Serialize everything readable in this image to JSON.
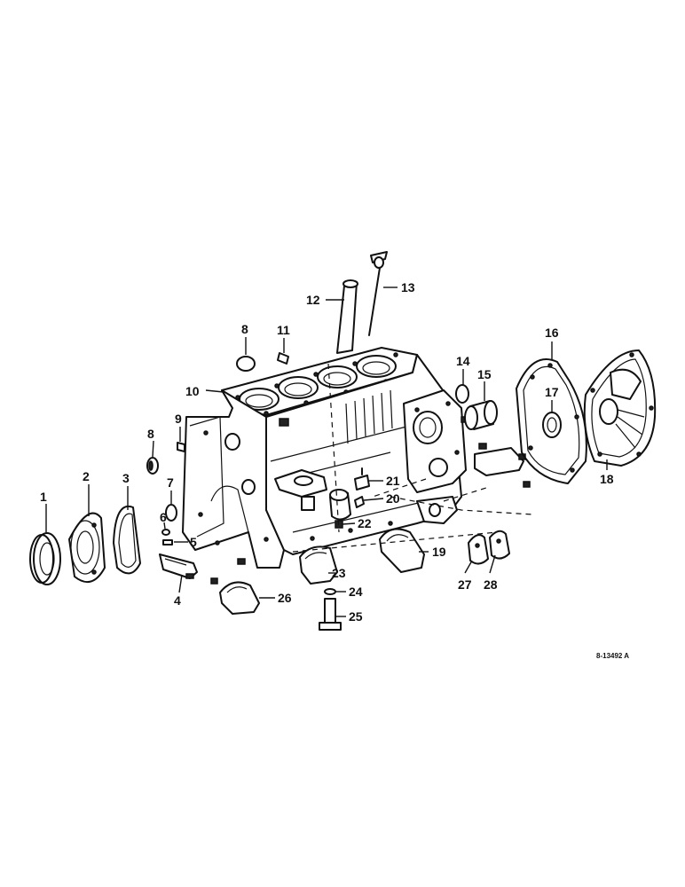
{
  "callouts": [
    {
      "id": 1,
      "label": "1"
    },
    {
      "id": 2,
      "label": "2"
    },
    {
      "id": 3,
      "label": "3"
    },
    {
      "id": 4,
      "label": "4"
    },
    {
      "id": 5,
      "label": "5"
    },
    {
      "id": 6,
      "label": "6"
    },
    {
      "id": 7,
      "label": "7"
    },
    {
      "id": 8,
      "label": "8"
    },
    {
      "id": 9,
      "label": "9"
    },
    {
      "id": 10,
      "label": "10"
    },
    {
      "id": 11,
      "label": "11"
    },
    {
      "id": 12,
      "label": "12"
    },
    {
      "id": 13,
      "label": "13"
    },
    {
      "id": 14,
      "label": "14"
    },
    {
      "id": 15,
      "label": "15"
    },
    {
      "id": 16,
      "label": "16"
    },
    {
      "id": 17,
      "label": "17"
    },
    {
      "id": 18,
      "label": "18"
    },
    {
      "id": 19,
      "label": "19"
    },
    {
      "id": 20,
      "label": "20"
    },
    {
      "id": 21,
      "label": "21"
    },
    {
      "id": 22,
      "label": "22"
    },
    {
      "id": 23,
      "label": "23"
    },
    {
      "id": 24,
      "label": "24"
    },
    {
      "id": 25,
      "label": "25"
    },
    {
      "id": 26,
      "label": "26"
    },
    {
      "id": 27,
      "label": "27"
    },
    {
      "id": 28,
      "label": "28"
    },
    {
      "id": 29,
      "label": "8"
    }
  ],
  "figure_ref": "8-13492 A"
}
